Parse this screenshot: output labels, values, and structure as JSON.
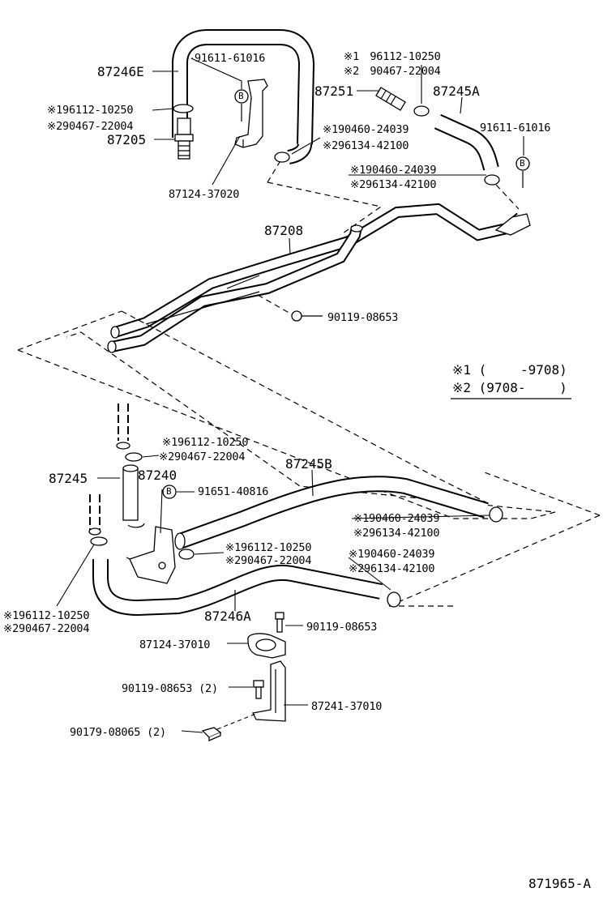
{
  "diagram": {
    "labels": {
      "hose_87246E": "87246E",
      "clip_91611_top": "91611-61016",
      "clamp_96112_left_top": "※196112-10250",
      "clamp_90467_left_top": "※290467-22004",
      "joint_87205": "87205",
      "bracket_87124_37020": "87124-37020",
      "clamp_96112_top_right_line1": "※1　96112-10250",
      "clamp_90467_top_right_line2": "※2　90467-22004",
      "valve_87251": "87251",
      "hose_87245A": "87245A",
      "clip_91611_right": "91611-61016",
      "clamp_90460_upper_center": "※190460-24039",
      "clamp_96134_upper_center": "※296134-42100",
      "clamp_90460_upper_right": "※190460-24039",
      "clamp_96134_upper_right": "※296134-42100",
      "pipe_87208": "87208",
      "bolt_90119_upper": "90119-08653",
      "note_line1": "※1 (　　 -9708)",
      "note_line2": "※2 (9708-　　 )",
      "clamp_96112_mid": "※196112-10250",
      "clamp_90467_mid": "※290467-22004",
      "hose_87245": "87245",
      "joint_87240": "87240",
      "hose_87245B": "87245B",
      "clip_91651": "91651-40816",
      "clamp_90460_lower_right1": "※190460-24039",
      "clamp_96134_lower_right1": "※296134-42100",
      "clamp_96112_lower_center": "※196112-10250",
      "clamp_90467_lower_center": "※290467-22004",
      "clamp_90460_lower_right2": "※190460-24039",
      "clamp_96134_lower_right2": "※296134-42100",
      "clamp_96112_lower_left": "※196112-10250",
      "clamp_90467_lower_left": "※290467-22004",
      "hose_87246A": "87246A",
      "bolt_90119_lower": "90119-08653",
      "plate_87124_37010": "87124-37010",
      "bolt_90119_qty2": "90119-08653 (2)",
      "bracket_87241_37010": "87241-37010",
      "nut_90179_qty2": "90179-08065 (2)",
      "clip_marker": "B",
      "figure_number": "871965-A"
    }
  }
}
